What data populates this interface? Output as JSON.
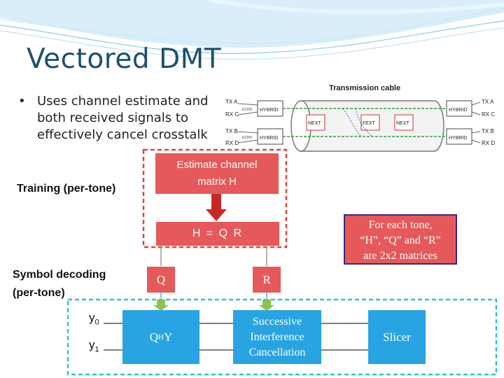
{
  "slide": {
    "title": "Vectored DMT",
    "bullet": [
      "Uses channel estimate and",
      "both received signals to",
      "effectively cancel crosstalk"
    ]
  },
  "figure": {
    "cable_title": "Transmission cable",
    "left_ports": [
      "TX A",
      "RX C",
      "TX B",
      "RX D"
    ],
    "right_ports": [
      "TX A",
      "RX C",
      "TX B",
      "RX D"
    ],
    "left_hybrids": [
      "HYBRID",
      "HYBRID"
    ],
    "right_hybrids": [
      "HYBRID",
      "HYBRID"
    ],
    "echo_label": "ECHO",
    "crosstalk_labels": [
      "NEXT",
      "FEXT",
      "NEXT"
    ]
  },
  "diagram": {
    "training_label": "Training (per-tone)",
    "estimate_line1": "Estimate channel",
    "estimate_line2": "matrix H",
    "qr_label": "H = Q R",
    "note": [
      "For each tone,",
      "“H”, “Q” and “R”",
      "are 2x2 matrices"
    ],
    "symbol_decoding": [
      "Symbol decoding",
      "(per-tone)"
    ],
    "y0": "y",
    "y0_sub": "0",
    "y1": "y",
    "y1_sub": "1",
    "q_label": "Q",
    "r_label": "R",
    "qhy_base": "Q",
    "qhy_sup": "H",
    "qhy_tail": "Y",
    "sic": [
      "Successive",
      "Interference",
      "Cancellation"
    ],
    "slicer": "Slicer"
  },
  "colors": {
    "red_box": "#e5595a",
    "blue_box": "#29a4e2",
    "dashed_red": "#e0453e",
    "dashed_cyan": "#2ec3d6",
    "note_bg": "#e5595a",
    "title": "#1d4f6e"
  }
}
